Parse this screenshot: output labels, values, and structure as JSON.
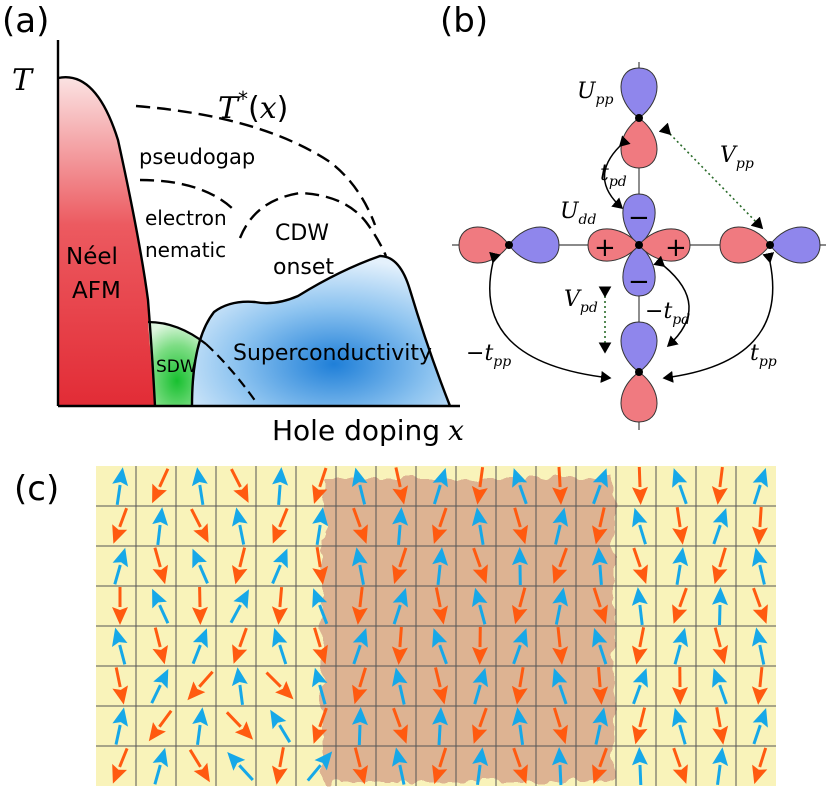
{
  "panel_a": {
    "label": "(a)",
    "axis_y": "T",
    "axis_x_text": "Hole doping",
    "axis_x_var": "x",
    "tstar_base": "T",
    "tstar_sup": "*",
    "tstar_arg": "(x)",
    "pseudogap": "pseudogap",
    "electron": "electron",
    "nematic": "nematic",
    "neel": "Néel",
    "afm": "AFM",
    "cdw": "CDW",
    "onset": "onset",
    "sdw": "SDW",
    "sc": "Superconductivity",
    "colors": {
      "afm": "#e8353f",
      "sdw": "#28c43a",
      "sc": "#2f8fe0"
    }
  },
  "panel_b": {
    "label": "(b)",
    "U": "U",
    "V": "V",
    "t": "t",
    "minus": "−",
    "sub_pp": "pp",
    "sub_pd": "pd",
    "sub_dd": "dd",
    "orbital_minus": "−",
    "orbital_plus": "+",
    "colors": {
      "positive": "#f07a80",
      "negative": "#8f86ec"
    }
  },
  "panel_c": {
    "label": "(c)",
    "colors": {
      "background": "#f9f3ba",
      "domain": "#dcb090",
      "spin_a": "#ff5a10",
      "spin_b": "#16a8e8",
      "grid": "#555555"
    }
  }
}
